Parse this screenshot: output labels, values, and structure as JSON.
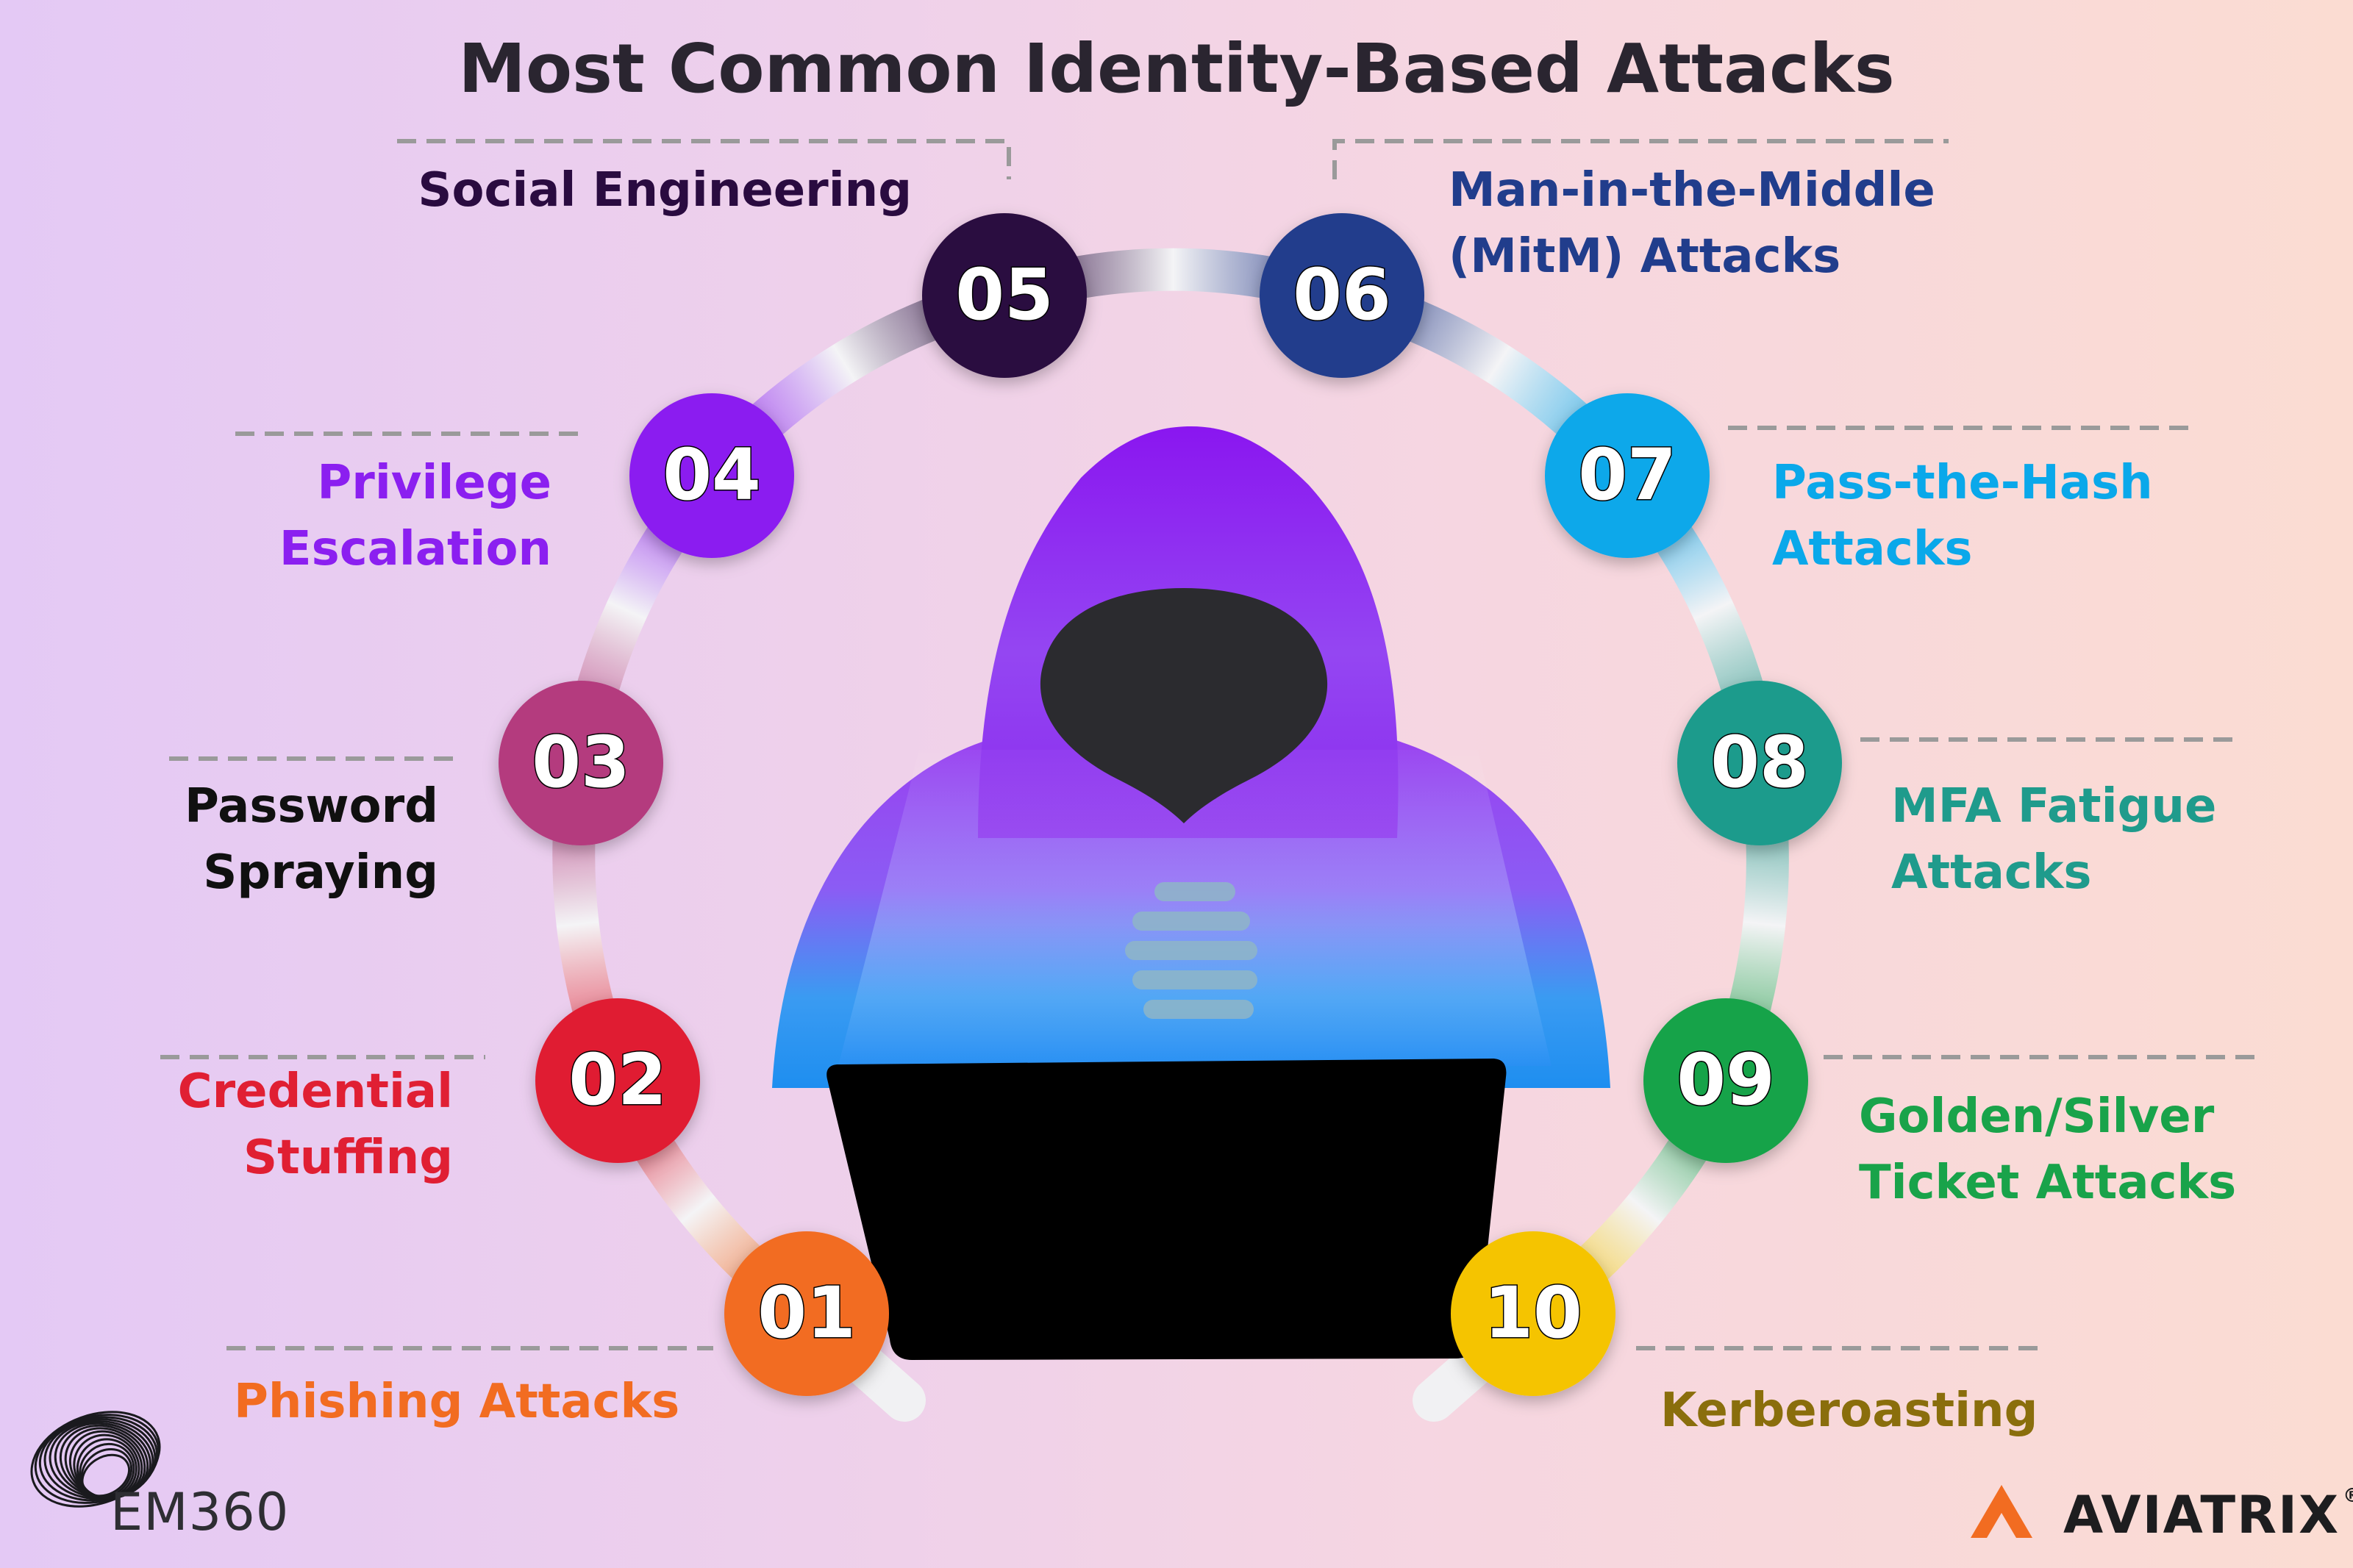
{
  "title": "Most Common Identity-Based Attacks",
  "attacks": [
    {
      "number": "01",
      "lines": [
        "Phishing Attacks"
      ],
      "color": "#f26c21"
    },
    {
      "number": "02",
      "lines": [
        "Credential",
        "Stuffing"
      ],
      "color": "#e01f33"
    },
    {
      "number": "03",
      "lines": [
        "Password",
        "Spraying"
      ],
      "color": "#b43b7e",
      "label_color": "#101010"
    },
    {
      "number": "04",
      "lines": [
        "Privilege",
        "Escalation"
      ],
      "color": "#8b1ff0"
    },
    {
      "number": "05",
      "lines": [
        "Social Engineering"
      ],
      "color": "#2a0b40"
    },
    {
      "number": "06",
      "lines": [
        "Man-in-the-Middle",
        "(MitM) Attacks"
      ],
      "color": "#213d8c"
    },
    {
      "number": "07",
      "lines": [
        "Pass-the-Hash",
        "Attacks"
      ],
      "color": "#0aa8ea"
    },
    {
      "number": "08",
      "lines": [
        "MFA Fatigue",
        "Attacks"
      ],
      "color": "#1f9b8c"
    },
    {
      "number": "09",
      "lines": [
        "Golden/Silver",
        "Ticket Attacks"
      ],
      "color": "#19a34a"
    },
    {
      "number": "10",
      "lines": [
        "Kerberoasting"
      ],
      "color": "#f5c400",
      "label_color": "#8a6e0c"
    }
  ],
  "branding": {
    "left_logo_text": "EM360",
    "right_logo_text": "AVIATRIX",
    "right_logo_mark": "®",
    "right_logo_color": "#f26c21"
  }
}
